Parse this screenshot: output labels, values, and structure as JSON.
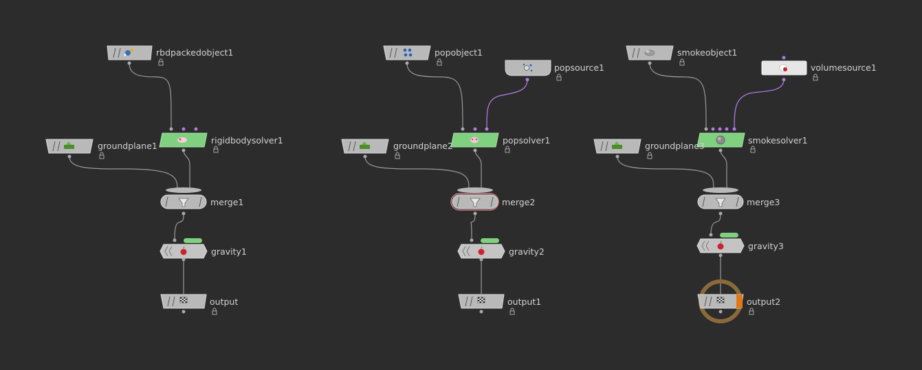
{
  "network": {
    "columns": [
      {
        "source_object": {
          "name": "rbdpackedobject1",
          "icon": "rbd-packed-object-icon"
        },
        "solver": {
          "name": "rigidbodysolver1",
          "icon": "rigid-body-solver-icon"
        },
        "groundplane": {
          "name": "groundplane1",
          "icon": "ground-plane-icon"
        },
        "merge": {
          "name": "merge1",
          "icon": "merge-funnel-icon"
        },
        "gravity": {
          "name": "gravity1",
          "icon": "gravity-apple-icon"
        },
        "output": {
          "name": "output",
          "icon": "checkered-flag-icon"
        }
      },
      {
        "source_object": {
          "name": "popobject1",
          "icon": "pop-object-icon"
        },
        "source_extra": {
          "name": "popsource1",
          "icon": "pop-source-icon"
        },
        "solver": {
          "name": "popsolver1",
          "icon": "pop-solver-icon"
        },
        "groundplane": {
          "name": "groundplane2",
          "icon": "ground-plane-icon"
        },
        "merge": {
          "name": "merge2",
          "icon": "merge-funnel-icon"
        },
        "gravity": {
          "name": "gravity2",
          "icon": "gravity-apple-icon"
        },
        "output": {
          "name": "output1",
          "icon": "checkered-flag-icon"
        }
      },
      {
        "source_object": {
          "name": "smokeobject1",
          "icon": "smoke-object-icon"
        },
        "source_extra": {
          "name": "volumesource1",
          "icon": "volume-source-icon"
        },
        "solver": {
          "name": "smokesolver1",
          "icon": "smoke-solver-icon"
        },
        "groundplane": {
          "name": "groundplane3",
          "icon": "ground-plane-icon"
        },
        "merge": {
          "name": "merge3",
          "icon": "merge-funnel-icon"
        },
        "gravity": {
          "name": "gravity3",
          "icon": "gravity-apple-icon"
        },
        "output": {
          "name": "output2",
          "icon": "checkered-flag-icon"
        }
      }
    ],
    "colors": {
      "background": "#2c2c2c",
      "node_gray": "#b9b9b9",
      "solver_green": "#7fd07f",
      "wire": "#9a9a9a",
      "wire_purple": "#b07be0",
      "selected_ring": "#8a6a3a",
      "display_flag": "#e07818",
      "merge_highlight": "#c87a80"
    }
  }
}
